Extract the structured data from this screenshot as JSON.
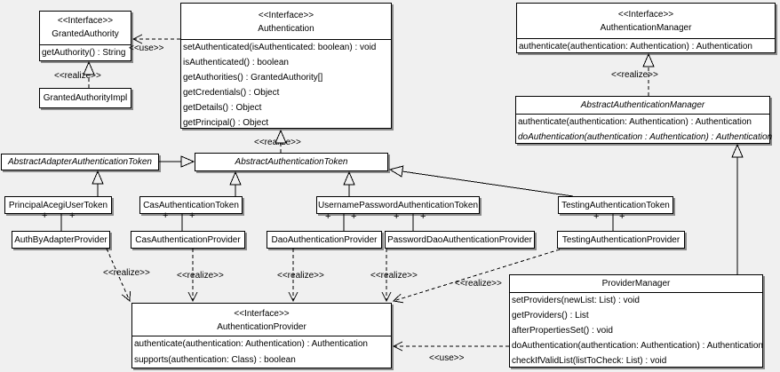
{
  "colors": {
    "background": "#f0f0f0",
    "box_fill": "#ffffff",
    "line": "#000000"
  },
  "labels": {
    "use": "<<use>>",
    "realize": "<<realize>>",
    "plus": "+",
    "interface_stereotype": "<<Interface>>"
  },
  "classes": {
    "granted_authority": {
      "stereotype": "<<Interface>>",
      "name": "GrantedAuthority",
      "methods": [
        "getAuthority() : String"
      ]
    },
    "granted_authority_impl": {
      "name": "GrantedAuthorityImpl"
    },
    "authentication": {
      "stereotype": "<<Interface>>",
      "name": "Authentication",
      "methods": [
        "setAuthenticated(isAuthenticated: boolean) : void",
        "isAuthenticated() : boolean",
        "getAuthorities() : GrantedAuthority[]",
        "getCredentials() : Object",
        "getDetails() : Object",
        "getPrincipal() : Object"
      ]
    },
    "authentication_manager": {
      "stereotype": "<<Interface>>",
      "name": "AuthenticationManager",
      "methods": [
        "authenticate(authentication: Authentication) : Authentication"
      ]
    },
    "abstract_authentication_manager": {
      "name": "AbstractAuthenticationManager",
      "methods": [
        "authenticate(authentication: Authentication) : Authentication",
        "doAuthentication(authentication : Authentication) : Authentication"
      ]
    },
    "abstract_adapter_authentication_token": {
      "name": "AbstractAdapterAuthenticationToken"
    },
    "abstract_authentication_token": {
      "name": "AbstractAuthenticationToken"
    },
    "principal_acegi_user_token": {
      "name": "PrincipalAcegiUserToken"
    },
    "cas_authentication_token": {
      "name": "CasAuthenticationToken"
    },
    "username_password_authentication_token": {
      "name": "UsernamePasswordAuthenticationToken"
    },
    "testing_authentication_token": {
      "name": "TestingAuthenticationToken"
    },
    "auth_by_adapter_provider": {
      "name": "AuthByAdapterProvider"
    },
    "cas_authentication_provider": {
      "name": "CasAuthenticationProvider"
    },
    "dao_authentication_provider": {
      "name": "DaoAuthenticationProvider"
    },
    "password_dao_authentication_provider": {
      "name": "PasswordDaoAuthenticationProvider"
    },
    "testing_authentication_provider": {
      "name": "TestingAuthenticationProvider"
    },
    "authentication_provider": {
      "stereotype": "<<Interface>>",
      "name": "AuthenticationProvider",
      "methods": [
        "authenticate(authentication: Authentication) : Authentication",
        "supports(authentication: Class) : boolean"
      ]
    },
    "provider_manager": {
      "name": "ProviderManager",
      "methods": [
        "setProviders(newList: List) : void",
        "getProviders() : List",
        "afterPropertiesSet() : void",
        "doAuthentication(authentication: Authentication) : Authentication",
        "checkIfValidList(listToCheck: List) : void"
      ]
    }
  }
}
